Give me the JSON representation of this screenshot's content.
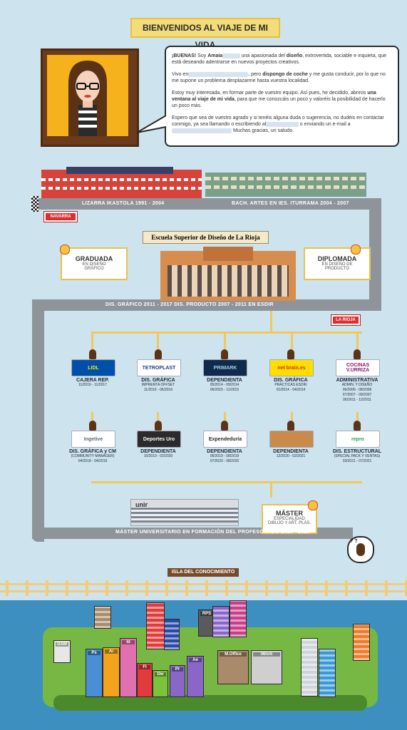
{
  "header": {
    "title": "BIENVENIDOS AL VIAJE DE MI VIDA"
  },
  "intro": {
    "p1_a": "¡BUENAS!",
    "p1_b": " Soy ",
    "p1_name": "Amaia",
    "p1_c": " una apasionada del ",
    "p1_bold1": "diseño",
    "p1_d": ", extrovertida, sociable e inquieta, que está deseando adentrarse en nuevos proyectos creativos.",
    "p2_a": "Vivo en",
    "p2_b": ", pero ",
    "p2_bold": "dispongo de coche",
    "p2_c": " y  me gusta conducir, por lo que no me supone un problema desplazarme hasta vuestra localidad.",
    "p3_a": "Estoy muy interesada, en formar parte de vuestro equipo. Así pues, he decidido, abriros ",
    "p3_bold": "una ventana al viaje de mi vida",
    "p3_b": ", para que me conozcáis un poco y valoréis la posibilidad de hacerlo un poco más.",
    "p4_a": "Espero que sea de vuestro agrado y si tenéis alguna duda o sugerencia, no dudéis en contactar conmigo, ya sea llamando o escribiendo al",
    "p4_b": " o enviando un e-mail a ",
    "p4_c": " Muchas gracias, un saludo."
  },
  "schools": {
    "left": "LIZARRA IKASTOLA  1991 - 2004",
    "right": "BACH. ARTES EN  IES. ITURRAMA 2004 - 2007",
    "sign_navarra": "NAVARRA"
  },
  "esdir": {
    "title": "Escuela Superior de Diseño de La Rioja",
    "left_title": "GRADUADA",
    "left_sub": "EN DISEÑO GRÁFICO",
    "right_title": "DIPLOMADA",
    "right_sub": "EN DISEÑO DE PRODUCTO",
    "caption": "DIS. GRÁFICO 2011 - 2017    DIS. PRODUCTO 2007 - 2011 EN ESDIR",
    "sign_rioja": "LA RIOJA"
  },
  "jobs_row1": [
    {
      "logo": "LIDL",
      "title": "CAJERA REP.",
      "sub": "",
      "dates": "11/2016 - 11/2017",
      "bg": "#0050aa",
      "fg": "#ffe600"
    },
    {
      "logo": "TETROPLAST",
      "title": "DIS. GRÁFICA",
      "sub": "IMPRENTA OFFSET",
      "dates": "11/2015 - 06/2016",
      "bg": "#ffffff",
      "fg": "#1a3c8c"
    },
    {
      "logo": "PRIMARK",
      "title": "DEPENDIENTA",
      "sub": "",
      "dates": "05/2014 - 09/2014\n06/2015 - 11/2015",
      "bg": "#0f2a4a",
      "fg": "#9fd3f0"
    },
    {
      "logo": "net brain.es",
      "title": "DIS. GRÁFICA",
      "sub": "PRÁCTICAS ESDIR",
      "dates": "01/2014 - 04/2014",
      "bg": "#ffde00",
      "fg": "#d62b1e"
    },
    {
      "logo": "COCINAS V.URRIZA",
      "title": "ADMINISTRATIVA",
      "sub": "ADMIN. Y DISEÑO",
      "dates": "06/2006 - 08/2006\n07/2007 - 09/2007\n06/2011 - 12/2011",
      "bg": "#ffffff",
      "fg": "#8a1c6e"
    }
  ],
  "jobs_row2": [
    {
      "logo": "Ingetive",
      "title": "DIS. GRÁFICA y CM",
      "sub": "(COMMUNITY MANAGER)",
      "dates": "04/2018 - 04/2019",
      "bg": "#ffffff",
      "fg": "#5a6a7a"
    },
    {
      "logo": "Deportes Uro",
      "title": "DEPENDIENTA",
      "sub": "",
      "dates": "10/2019 - 02/2020",
      "bg": "#2b2b2b",
      "fg": "#ffffff"
    },
    {
      "logo": "Expendeduría",
      "title": "DEPENDIENTA",
      "sub": "",
      "dates": "06/2019 - 08/2019\n07/2020 - 08/2020",
      "bg": "#ffffff",
      "fg": "#2b2b2b"
    },
    {
      "logo": "",
      "title": "DEPENDIENTA",
      "sub": "",
      "dates": "12/2020 - 02/2021",
      "bg": "#c98a4a",
      "fg": "#ffffff"
    },
    {
      "logo": "repro",
      "title": "DIS. ESTRUCTURAL",
      "sub": "(SPECIAL PACK Y VENTAS)",
      "dates": "03/2021 - 07/2021",
      "bg": "#ffffff",
      "fg": "#2e9b58"
    }
  ],
  "master": {
    "logo": "unir",
    "card_title": "MÁSTER",
    "card_sub": "ESPECIALIDAD DIBUJO Y ART. PLÁS.",
    "caption": "MÁSTER UNIVERSITARIO EN FORMACIÓN DEL PROFESORADO 2019 - 2020"
  },
  "island": {
    "title": "ISLA DEL CONOCIMIENTO",
    "labels": [
      "DAM",
      "Ps",
      "Ai",
      "Id",
      "Fl",
      "Dw",
      "Pr",
      "Ae",
      "RPS",
      "M.Office",
      "iWork"
    ]
  },
  "colors": {
    "road": "#8f949a",
    "sky": "#cde3ee",
    "water": "#3d8fc0",
    "accent": "#f3dc7a"
  }
}
